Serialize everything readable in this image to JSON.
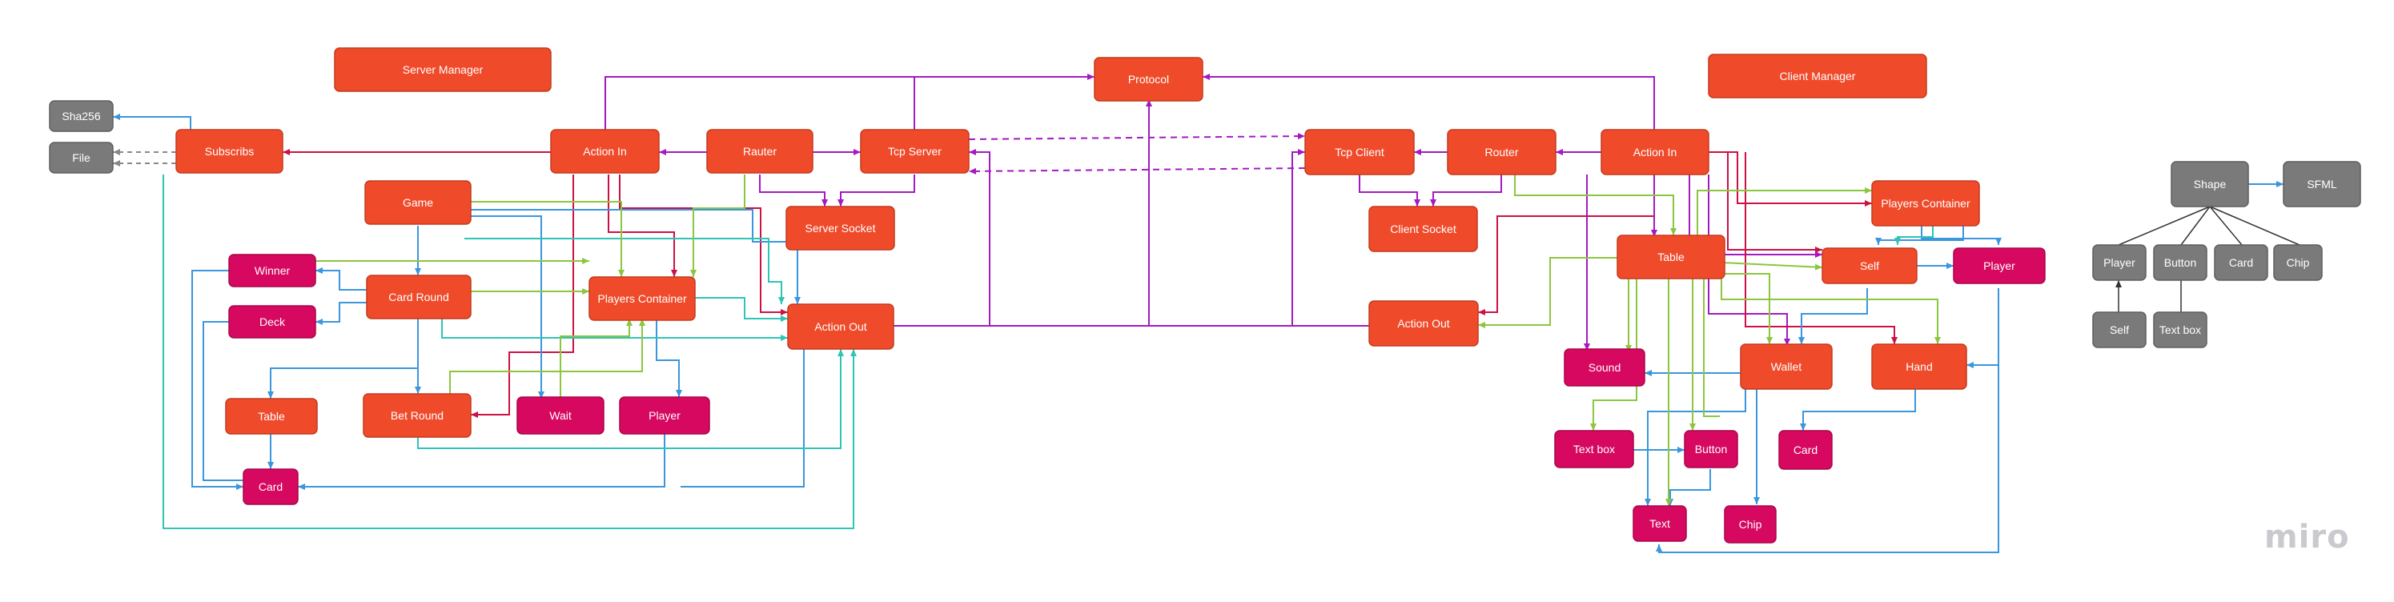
{
  "colors": {
    "red": "#ef4b2b",
    "red_stroke": "#c43a1e",
    "pink": "#d6085f",
    "pink_stroke": "#a8064a",
    "gray": "#7a7a7a",
    "gray_stroke": "#5e5e5e",
    "purple": "#a41ac2",
    "blue": "#3a96dd",
    "green": "#8cc63f",
    "teal": "#2ec4b6",
    "crimson": "#cc1144",
    "black": "#333333",
    "dashgray": "#888888"
  },
  "nodes": {
    "server_manager": "Server Manager",
    "client_manager": "Client Manager",
    "protocol": "Protocol",
    "sha256": "Sha256",
    "file": "File",
    "subscribs": "Subscribs",
    "s_action_in": "Action In",
    "rauter": "Rauter",
    "tcp_server": "Tcp Server",
    "server_socket": "Server Socket",
    "game": "Game",
    "winner": "Winner",
    "deck": "Deck",
    "card_round": "Card Round",
    "s_players_container": "Players Container",
    "s_action_out": "Action Out",
    "s_table": "Table",
    "bet_round": "Bet Round",
    "wait": "Wait",
    "s_player": "Player",
    "s_card": "Card",
    "tcp_client": "Tcp Client",
    "router": "Router",
    "c_action_in": "Action In",
    "client_socket": "Client Socket",
    "c_action_out": "Action Out",
    "c_table": "Table",
    "c_players_container": "Players Container",
    "self": "Self",
    "c_player": "Player",
    "sound": "Sound",
    "wallet": "Wallet",
    "hand": "Hand",
    "text_box": "Text box",
    "button": "Button",
    "c_card": "Card",
    "text": "Text",
    "chip": "Chip",
    "shape": "Shape",
    "sfml": "SFML",
    "g_player": "Player",
    "g_button": "Button",
    "g_card": "Card",
    "g_chip": "Chip",
    "g_self": "Self",
    "g_text_box": "Text box"
  },
  "watermark": "miro"
}
